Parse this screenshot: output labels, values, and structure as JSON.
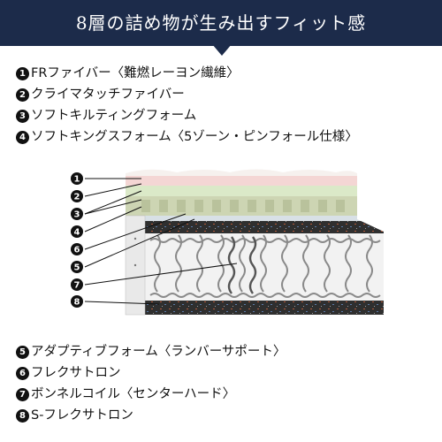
{
  "banner": {
    "title": "8層の詰め物が生み出すフィット感"
  },
  "layers_top": [
    {
      "num": "1",
      "label": "FRファイバー〈難燃レーヨン繊維〉"
    },
    {
      "num": "2",
      "label": "クライマタッチファイバー"
    },
    {
      "num": "3",
      "label": "ソフトキルティングフォーム"
    },
    {
      "num": "4",
      "label": "ソフトキングスフォーム〈5ゾーン・ピンフォール仕様〉"
    }
  ],
  "layers_bottom": [
    {
      "num": "5",
      "label": "アダプティブフォーム〈ランバーサポート〉"
    },
    {
      "num": "6",
      "label": "フレクサトロン"
    },
    {
      "num": "7",
      "label": "ボンネルコイル〈センターハード〉"
    },
    {
      "num": "8",
      "label": "S-フレクサトロン"
    }
  ],
  "diagram_callouts": [
    "1",
    "2",
    "3",
    "4",
    "6",
    "5",
    "7",
    "8"
  ],
  "colors": {
    "banner": "#1c2b4a",
    "pink_layer": "#f4d6d4",
    "green_layer": "#dbe9c8",
    "foam_layer": "#cfd6b4",
    "dark_layer": "#3a3a3a",
    "coil": "#8a8a8a"
  }
}
